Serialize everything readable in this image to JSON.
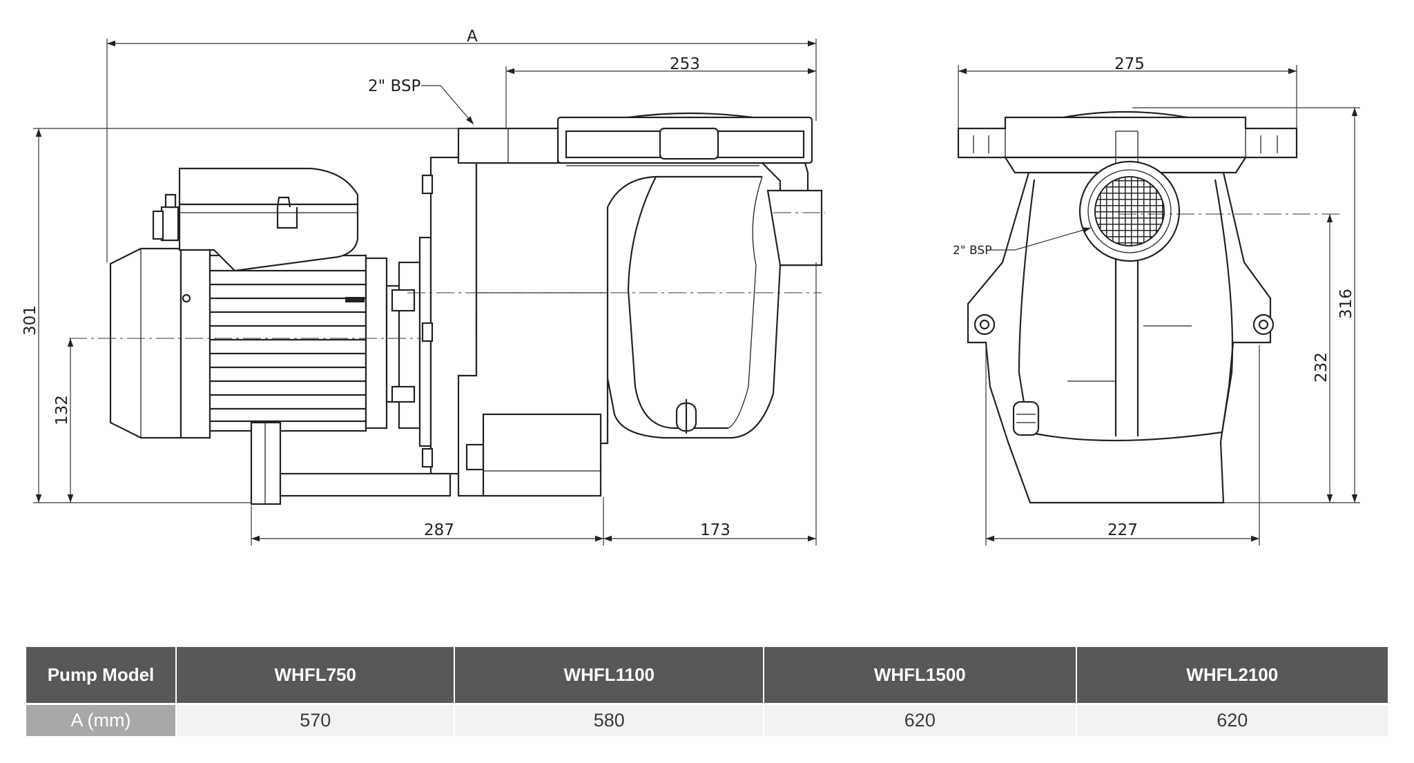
{
  "drawing": {
    "side_view": {
      "dim_overall_label": "A",
      "dim_top_right": "253",
      "dim_height_total": "301",
      "dim_shaft_height": "132",
      "dim_base": "287",
      "dim_front": "173",
      "port_label": "2\" BSP"
    },
    "front_view": {
      "dim_flange_width": "275",
      "dim_height_total": "316",
      "dim_port_height": "232",
      "dim_base_width": "227",
      "port_label": "2\" BSP"
    }
  },
  "table": {
    "header_label": "Pump Model",
    "row_label": "A (mm)",
    "models": [
      "WHFL750",
      "WHFL1100",
      "WHFL1500",
      "WHFL2100"
    ],
    "values": [
      "570",
      "580",
      "620",
      "620"
    ]
  }
}
